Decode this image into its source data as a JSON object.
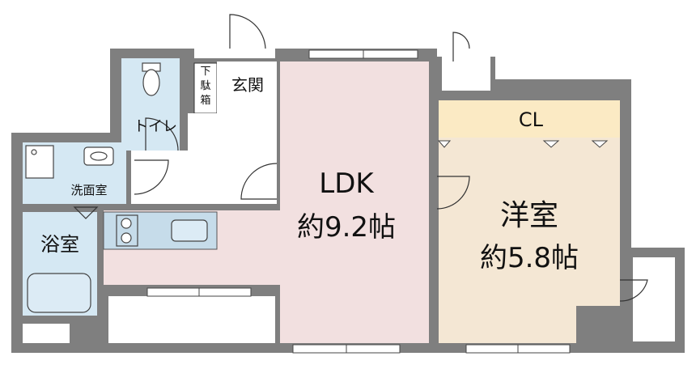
{
  "rooms": {
    "ldk": {
      "name": "LDK",
      "size": "約9.2帖"
    },
    "western": {
      "name": "洋室",
      "size": "約5.8帖"
    },
    "closet": {
      "name": "CL"
    },
    "entrance": {
      "name": "玄関"
    },
    "shoe_box": {
      "line1": "下",
      "line2": "駄",
      "line3": "箱"
    },
    "toilet": {
      "name": "トイレ"
    },
    "washroom": {
      "name": "洗面室"
    },
    "bath": {
      "name": "浴室"
    }
  },
  "colors": {
    "wall": "#7f7f7f",
    "ldk_floor": "#f2e0e0",
    "western_floor": "#f4e7d4",
    "closet_floor": "#fbeac4",
    "wet_area": "#d5e8f3",
    "kitchen_counter": "#c6dcea",
    "fixture_fill": "#dcebf5",
    "line": "#333333"
  }
}
